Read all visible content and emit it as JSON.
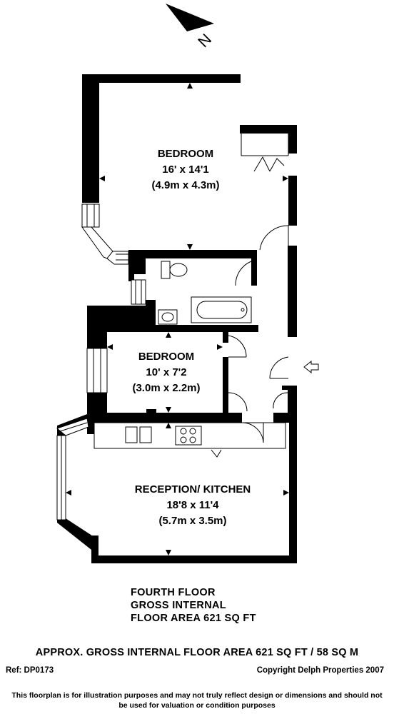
{
  "rooms": {
    "bedroom_1": {
      "name": "BEDROOM",
      "imperial": "16' x 14'1",
      "metric": "(4.9m x 4.3m)"
    },
    "bedroom_2": {
      "name": "BEDROOM",
      "imperial": "10' x 7'2",
      "metric": "(3.0m x 2.2m)"
    },
    "reception": {
      "name": "RECEPTION/ KITCHEN",
      "imperial": "18'8 x 11'4",
      "metric": "(5.7m x 3.5m)"
    }
  },
  "compass": {
    "label": "N",
    "icon": "north-arrow-icon"
  },
  "entrance": {
    "icon": "entrance-arrow-icon"
  },
  "floor_summary": {
    "line1": "FOURTH FLOOR",
    "line2": "GROSS INTERNAL",
    "line3": "FLOOR AREA 621 SQ FT"
  },
  "footer": {
    "area": "APPROX. GROSS INTERNAL FLOOR AREA 621 SQ FT / 58 SQ M",
    "ref": "Ref: DP0173",
    "copyright": "Copyright Delph Properties 2007",
    "disclaimer_line1": "This floorplan is for illustration purposes and may not truly reflect design or dimensions and should not",
    "disclaimer_line2": "be used for valuation or condition purposes"
  }
}
